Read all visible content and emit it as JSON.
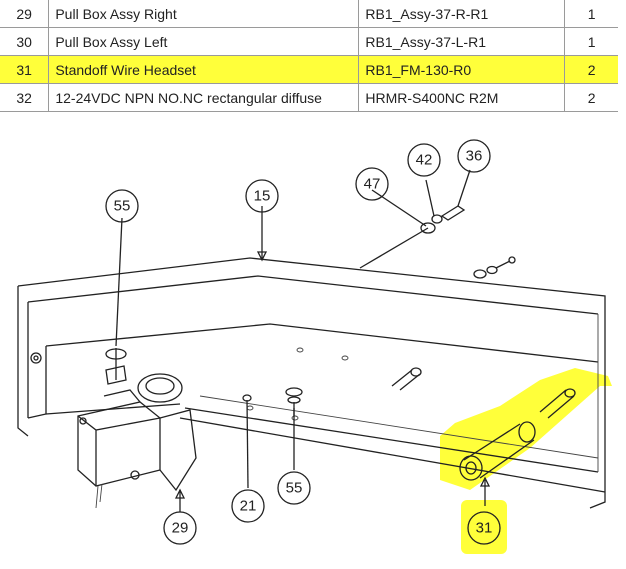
{
  "parts_table": {
    "rows": [
      {
        "index": "29",
        "description": "Pull Box Assy Right",
        "part_number": "RB1_Assy-37-R-R1",
        "qty": "1",
        "highlighted": false
      },
      {
        "index": "30",
        "description": "Pull Box Assy Left",
        "part_number": "RB1_Assy-37-L-R1",
        "qty": "1",
        "highlighted": false
      },
      {
        "index": "31",
        "description": "Standoff Wire Headset",
        "part_number": "RB1_FM-130-R0",
        "qty": "2",
        "highlighted": true
      },
      {
        "index": "32",
        "description": "12-24VDC NPN NO.NC rectangular diffuse",
        "part_number": "HRMR-S400NC R2M",
        "qty": "2",
        "highlighted": false
      }
    ]
  },
  "callouts": {
    "c15": "15",
    "c21": "21",
    "c29": "29",
    "c31": "31",
    "c36": "36",
    "c42": "42",
    "c47": "47",
    "c55_top": "55",
    "c55_bottom": "55"
  },
  "colors": {
    "highlight": "#ffff3a",
    "line": "#222222",
    "background": "#ffffff"
  }
}
